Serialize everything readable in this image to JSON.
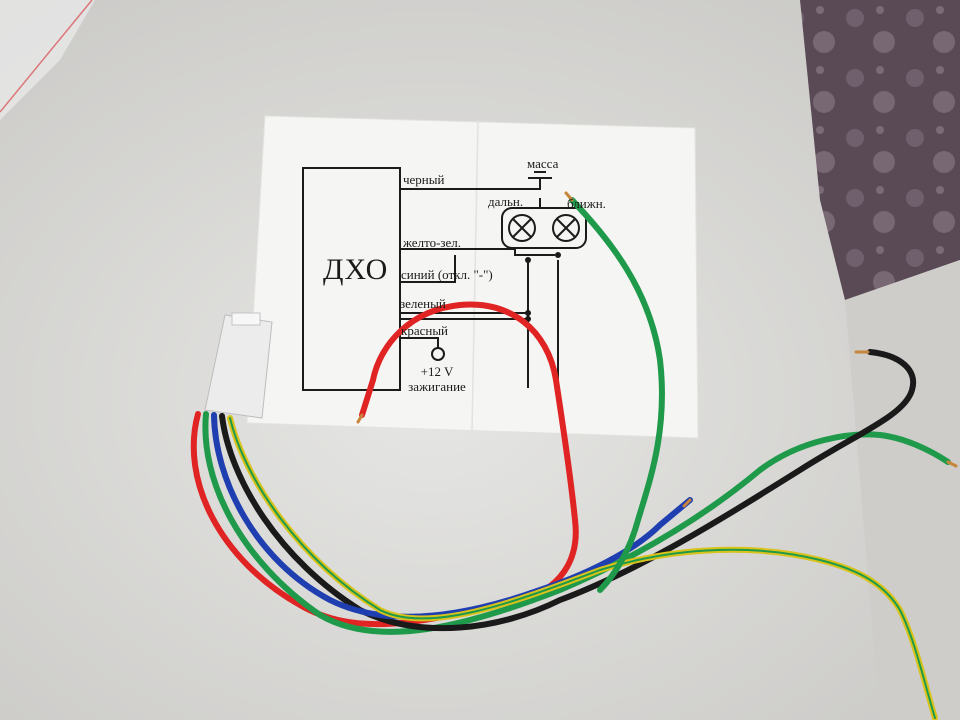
{
  "photo": {
    "subject": "wiring diagram printout with a connector and coloured wires",
    "colors": {
      "table": "#dcdcda",
      "fabric": "#5a4a55",
      "paper": "#f4f4f2",
      "ink": "#1b1b1b",
      "wire_red": "#e02424",
      "wire_green": "#1f9a4a",
      "wire_black": "#1a1a1a",
      "wire_blue": "#1f3fb0",
      "wire_yellow": "#d9c21a"
    }
  },
  "diagram": {
    "module_label": "ДХО",
    "wires": {
      "black": "черный",
      "yellow_green": "желто-зел.",
      "blue": "синий (откл. \"-\")",
      "green": "зеленый",
      "red": "красный"
    },
    "ground": "масса",
    "high_beam": "дальн.",
    "low_beam": "ближн.",
    "power": "+12 V зажигание"
  }
}
